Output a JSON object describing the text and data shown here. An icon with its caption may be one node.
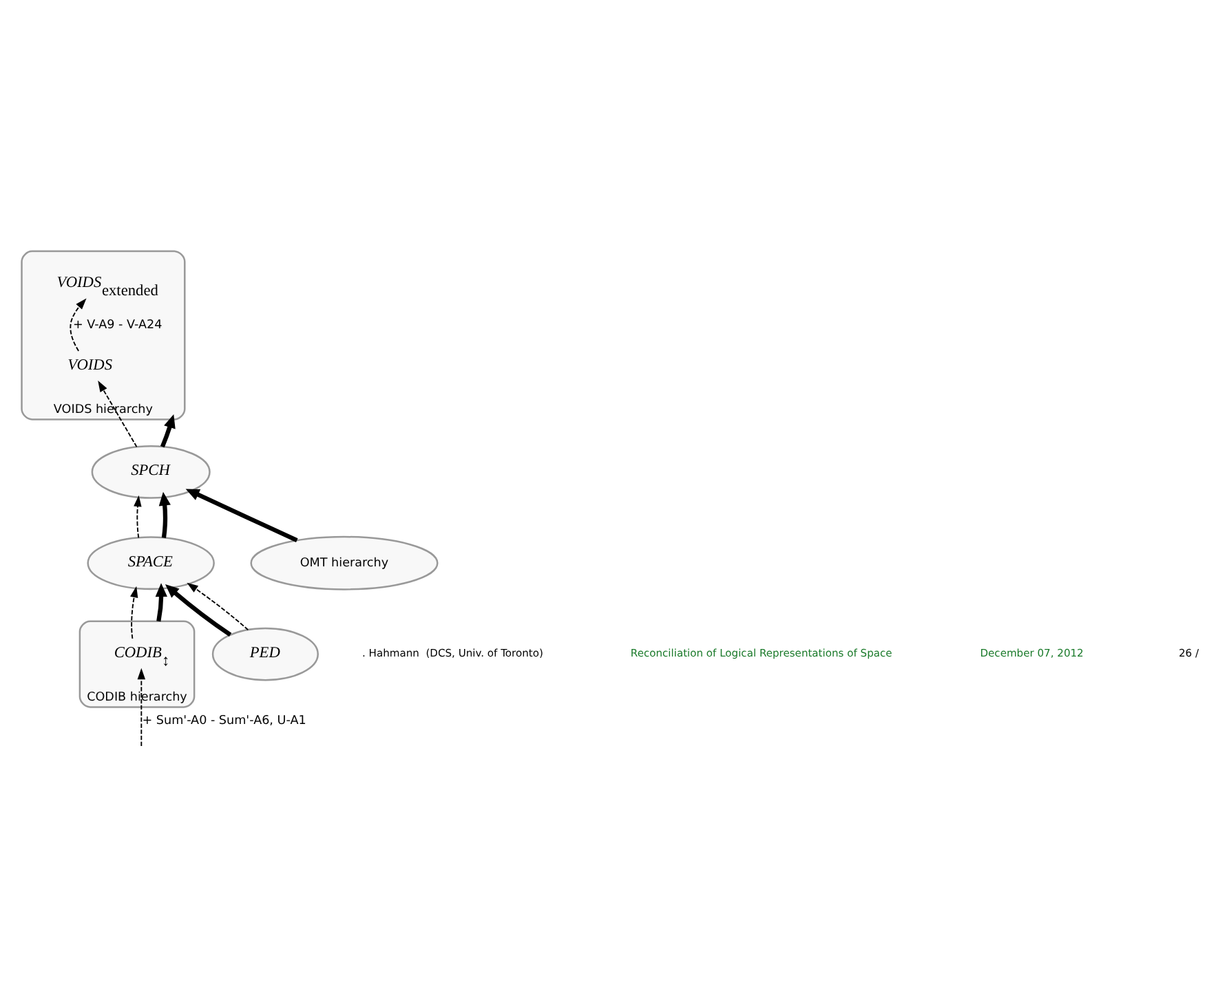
{
  "diagram": {
    "nodes": [
      {
        "text": [
          "VOIDS hierarchy"
        ]
      },
      {
        "text": [
          "VOIDS$_{extended}$"
        ],
        "in": 0
      },
      {
        "text": [
          "VOIDS"
        ],
        "in": 0
      },
      {
        "text": [
          "SPCH"
        ]
      },
      {
        "text": [
          "SPACE"
        ]
      },
      {
        "text": [
          "CODIB hierarchy"
        ]
      },
      {
        "text": [
          "CODIB$_{↕}$"
        ],
        "in": 5
      },
      {
        "text": [
          "PED"
        ]
      },
      {
        "text": [
          "OMT hierarchy"
        ]
      }
    ],
    "edges": [
      {
        "from": 2,
        "to": 1,
        "arrow": "to",
        "style": "dashed",
        "label": "+ V-A9 - V-A24"
      },
      {
        "from": 3,
        "to": 2,
        "arrow": "to",
        "style": "dashed"
      },
      {
        "from": 3,
        "to": 0,
        "arrow": "to",
        "style": "thick"
      },
      {
        "from": 4,
        "to": 3,
        "arrow": "to",
        "style": "dashed"
      },
      {
        "from": 4,
        "to": 3,
        "arrow": "to",
        "style": "thick"
      },
      {
        "from": 6,
        "to": 4,
        "arrow": "to",
        "style": "dashed"
      },
      {
        "from": 5,
        "to": 4,
        "arrow": "to",
        "style": "thick"
      },
      {
        "from": 8,
        "to": 3,
        "arrow": "to",
        "style": "thick"
      },
      {
        "from": 7,
        "to": 4,
        "arrow": "to",
        "style": "thick"
      },
      {
        "from": 7,
        "to": 4,
        "arrow": "to",
        "style": "dashed"
      },
      {
        "from": null,
        "to": 6,
        "arrow": "to",
        "style": "dashed",
        "label": "+ Sum'-A0 - Sum'-A6, U-A1"
      }
    ],
    "labels": [
      ". Hahmann  (DCS, Univ. of Toronto)",
      "Reconciliation of Logical Representations of Space",
      "December 07, 2012",
      "26 /"
    ]
  }
}
